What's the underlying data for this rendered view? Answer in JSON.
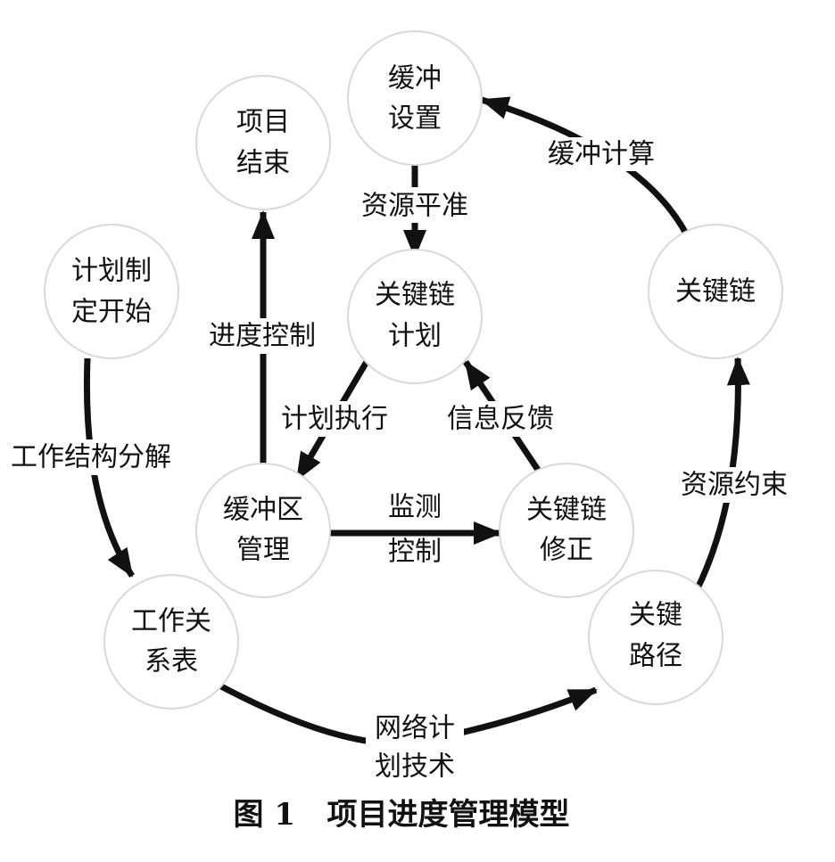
{
  "nodes": {
    "buffer_setup": [
      "缓冲",
      "设置"
    ],
    "project_end": [
      "项目",
      "结束"
    ],
    "plan_start": [
      "计划制",
      "定开始"
    ],
    "critical_chain_plan": [
      "关键链",
      "计划"
    ],
    "critical_chain": [
      "关键链"
    ],
    "buffer_mgmt": [
      "缓冲区",
      "管理"
    ],
    "critical_chain_fix": [
      "关键链",
      "修正"
    ],
    "work_relation": [
      "工作关",
      "系表"
    ],
    "critical_path": [
      "关键",
      "路径"
    ]
  },
  "edges": {
    "buffer_calc": [
      "缓冲计算"
    ],
    "resource_level": [
      "资源平准"
    ],
    "progress_control": [
      "进度控制"
    ],
    "plan_execute": [
      "计划执行"
    ],
    "info_feedback": [
      "信息反馈"
    ],
    "monitor_control": [
      "监测",
      "控制"
    ],
    "wbs": [
      "工作结构分解"
    ],
    "resource_constraint": [
      "资源约束"
    ],
    "network_plan": [
      "网络计",
      "划技术"
    ]
  },
  "caption": "图 1   项目进度管理模型"
}
